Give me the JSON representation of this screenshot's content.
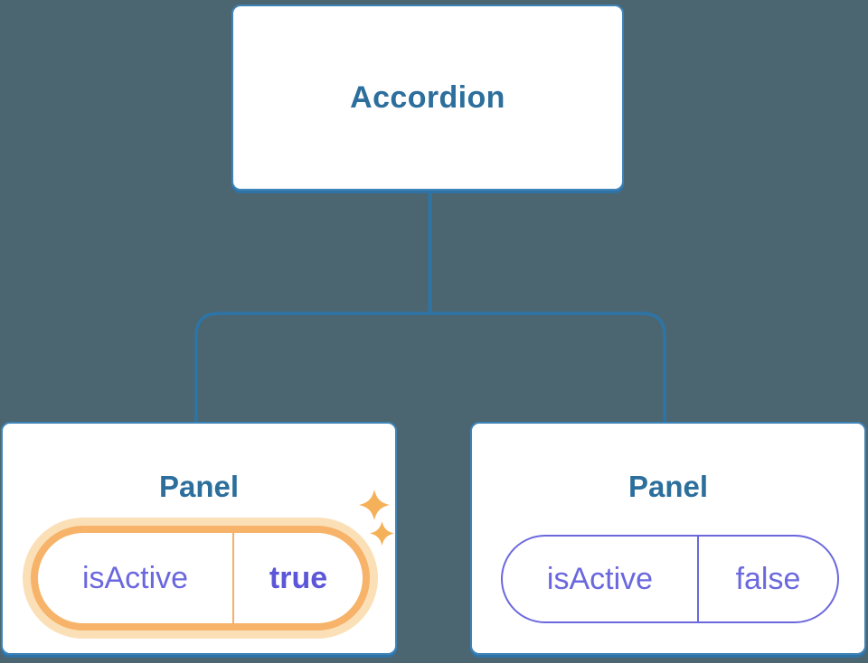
{
  "diagram": {
    "title_hint": "component tree with state",
    "background": "#4C6671",
    "line_color": "#2D74A7",
    "root": {
      "label": "Accordion"
    },
    "children": [
      {
        "label": "Panel",
        "state": {
          "key": "isActive",
          "value": "true"
        },
        "highlighted": true
      },
      {
        "label": "Panel",
        "state": {
          "key": "isActive",
          "value": "false"
        },
        "highlighted": false
      }
    ],
    "icons": {
      "sparkle_large": "sparkle-icon",
      "sparkle_small": "sparkle-icon"
    },
    "colors": {
      "node_fill": "#FFFFFF",
      "node_border": "#3E84B8",
      "node_shadow": "#2F73A6",
      "node_text": "#2C6E9C",
      "state_text": "#6B68DE",
      "state_value_active_text": "#5B57D8",
      "active_ring": "#F6B369",
      "active_halo": "#FBE0B7",
      "sparkle": "#F4B159"
    }
  }
}
